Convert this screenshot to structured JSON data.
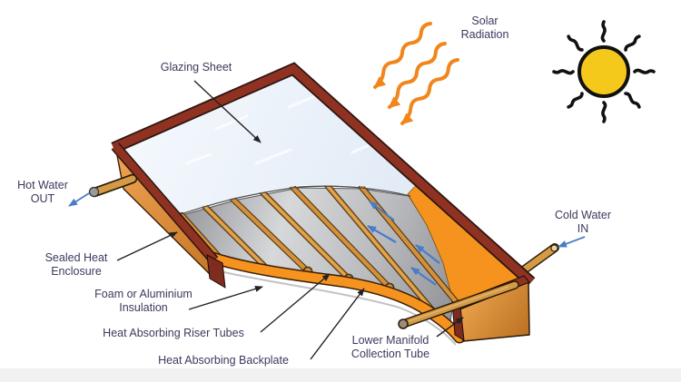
{
  "labels": {
    "solar_radiation": {
      "line1": "Solar",
      "line2": "Radiation"
    },
    "glazing_sheet": {
      "text": "Glazing Sheet"
    },
    "hot_water": {
      "line1": "Hot Water",
      "line2": "OUT"
    },
    "sealed_heat_enclosure": {
      "line1": "Sealed Heat",
      "line2": "Enclosure"
    },
    "insulation": {
      "line1": "Foam or Aluminium",
      "line2": "Insulation"
    },
    "riser_tubes": {
      "text": "Heat Absorbing Riser Tubes"
    },
    "backplate": {
      "text": "Heat Absorbing Backplate"
    },
    "lower_manifold": {
      "line1": "Lower Manifold",
      "line2": "Collection Tube"
    },
    "cold_water": {
      "line1": "Cold Water",
      "line2": "IN"
    }
  },
  "icons": {
    "sun": "sun-icon",
    "solar_radiation_arrows": "wavy-arrow-icon",
    "water_flow_arrows": "flow-arrow-icon"
  },
  "colors": {
    "background": "#ffffff",
    "label_text": "#3a3a5e",
    "frame_maroon": "#8f3222",
    "frame_maroon_dark": "#7e2c1e",
    "enclosure_orange": "#e09243",
    "insulation_orange": "#f6921e",
    "absorber_gray": "#c2c3c6",
    "glazing_blue": "#eaf1f9",
    "tube_copper": "#d4903a",
    "tube_outline": "#4a3510",
    "pipe_tan": "#d49a45",
    "sun_yellow": "#f5c91c",
    "sun_outline": "#111111",
    "radiation_orange": "#f0861c",
    "flow_arrow_blue": "#4a7cc7",
    "leader_black": "#222222"
  }
}
